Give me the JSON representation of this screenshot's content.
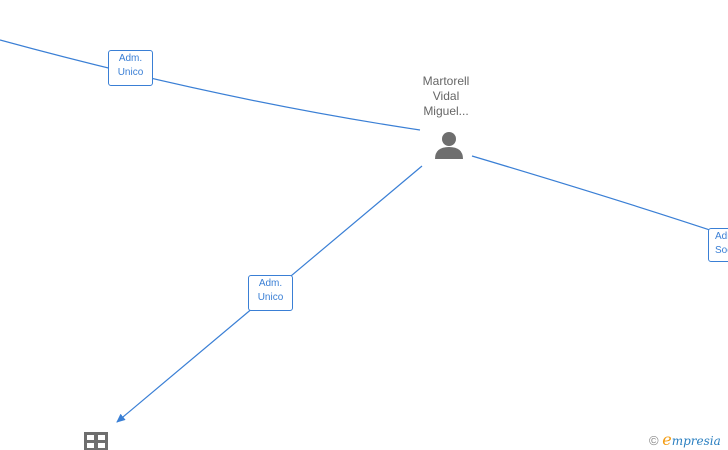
{
  "person": {
    "name_lines": [
      "Martorell",
      "Vidal",
      "Miguel..."
    ],
    "icon": "person-icon"
  },
  "company": {
    "icon": "building-icon"
  },
  "relationships": [
    {
      "label_lines": [
        "Adm.",
        "Unico"
      ]
    },
    {
      "label_lines": [
        "Adm.",
        "Unico"
      ]
    },
    {
      "label_lines": [
        "Adm.",
        "Soc."
      ]
    }
  ],
  "footer": {
    "copyright_symbol": "©",
    "brand_initial": "e",
    "brand_rest": "mpresia"
  },
  "colors": {
    "edge": "#3a7fd5",
    "node_icon": "#6e6e6e",
    "brand_orange": "#f39c12",
    "brand_blue": "#2a7fc0"
  }
}
